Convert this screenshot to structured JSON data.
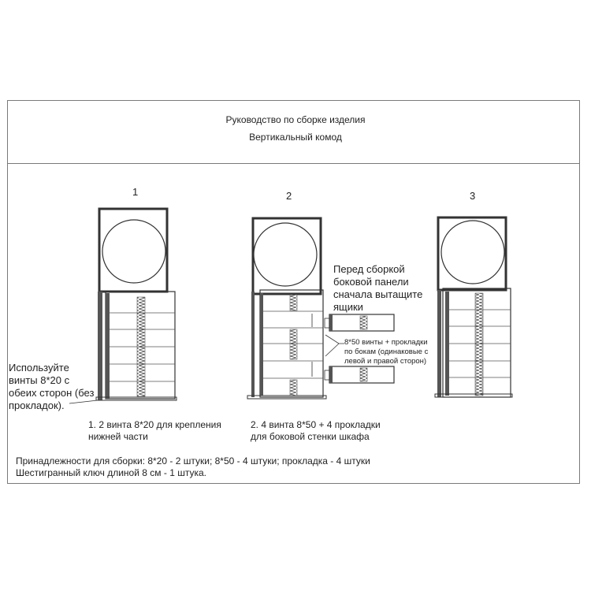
{
  "header": {
    "title": "Руководство по сборке изделия",
    "subtitle": "Вертикальный комод"
  },
  "steps": [
    {
      "number": "1",
      "side_note": [
        "Используйте",
        "винты 8*20 с",
        "обеих сторон (без",
        "прокладок)."
      ],
      "caption": [
        "1. 2 винта 8*20 для крепления",
        "нижней части"
      ]
    },
    {
      "number": "2",
      "note_top": [
        "Перед сборкой",
        "боковой панели",
        "сначала вытащите",
        "ящики"
      ],
      "note_side": [
        "8*50 винты + прокладки",
        "по бокам (одинаковые с",
        "левой и правой сторон)"
      ],
      "caption": [
        "2. 4 винта 8*50 + 4 прокладки",
        "для боковой стенки шкафа"
      ]
    },
    {
      "number": "3"
    }
  ],
  "accessories": {
    "line1": "Принадлежности для сборки: 8*20 - 2 штуки;  8*50 - 4 штуки;  прокладка - 4 штуки",
    "line2": "Шестигранный ключ длиной 8 см - 1 штука."
  }
}
